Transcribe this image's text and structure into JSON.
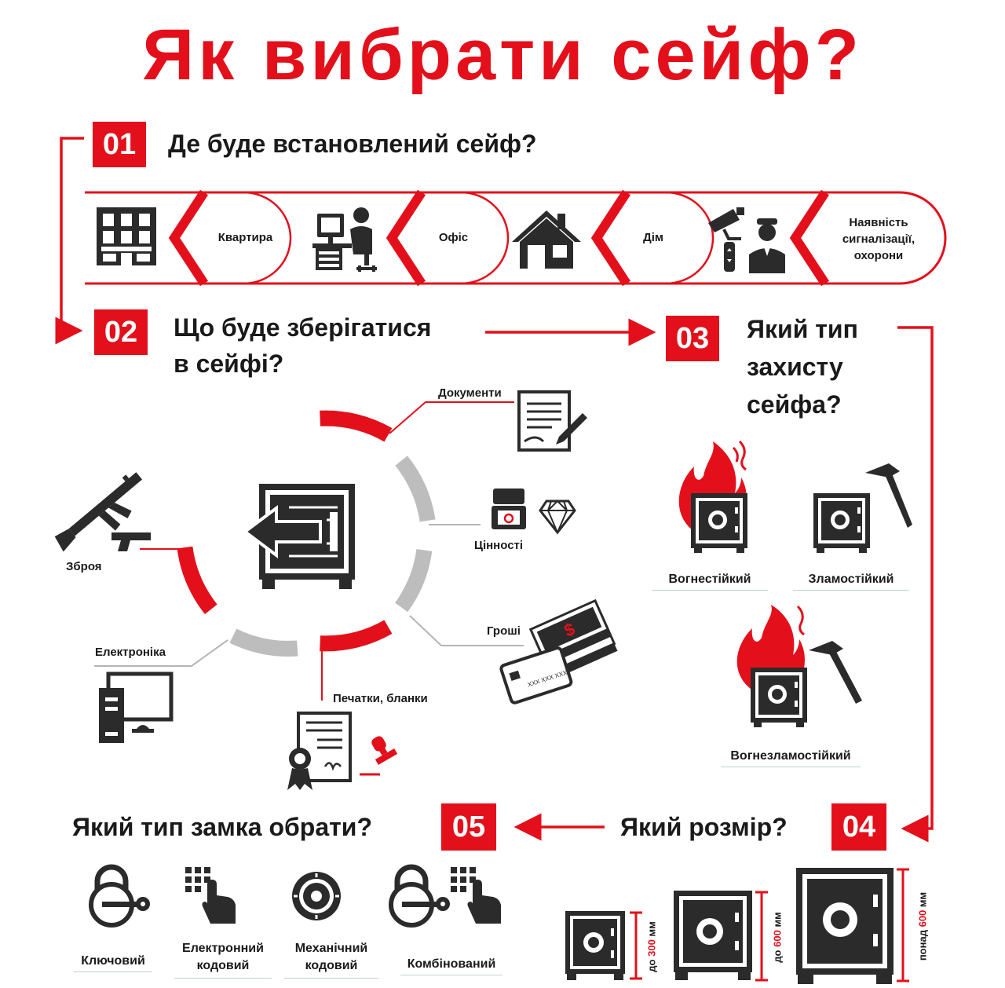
{
  "title": "Як вибрати сейф?",
  "colors": {
    "accent": "#e3101b",
    "dark": "#2b2b2b",
    "gray": "#bdbdbd"
  },
  "step1": {
    "number": "01",
    "question": "Де буде встановлений сейф?",
    "options": [
      {
        "label": "Квартира",
        "icon": "apartment-building-icon"
      },
      {
        "label": "Офіс",
        "icon": "office-worker-icon"
      },
      {
        "label": "Дім",
        "icon": "house-icon"
      },
      {
        "label": "Наявність сигналізації, охорони",
        "icon": "security-camera-guard-icon"
      }
    ]
  },
  "step2": {
    "number": "02",
    "question_line1": "Що буде зберігатися",
    "question_line2": "в сейфі?",
    "items": {
      "documents": "Документи",
      "valuables": "Цінності",
      "money": "Гроші",
      "stamps": "Печатки, бланки",
      "electronics": "Електроніка",
      "weapons": "Зброя"
    }
  },
  "step3": {
    "number": "03",
    "question_line1": "Який тип",
    "question_line2": "захисту",
    "question_line3": "сейфа?",
    "types": {
      "fire": "Вогнестійкий",
      "burglary": "Зламостійкий",
      "combined": "Вогнезламостійкий"
    }
  },
  "step4": {
    "number": "04",
    "question": "Який розмір?",
    "sizes": [
      {
        "prefix": "до",
        "value": "300",
        "unit": "мм"
      },
      {
        "prefix": "до",
        "value": "600",
        "unit": "мм"
      },
      {
        "prefix": "понад",
        "value": "600",
        "unit": "мм"
      }
    ]
  },
  "step5": {
    "number": "05",
    "question": "Який тип замка обрати?",
    "locks": {
      "key": "Ключовий",
      "electronic_1": "Електронний",
      "electronic_2": "кодовий",
      "mechanical_1": "Механічний",
      "mechanical_2": "кодовий",
      "combined": "Комбінований"
    }
  }
}
